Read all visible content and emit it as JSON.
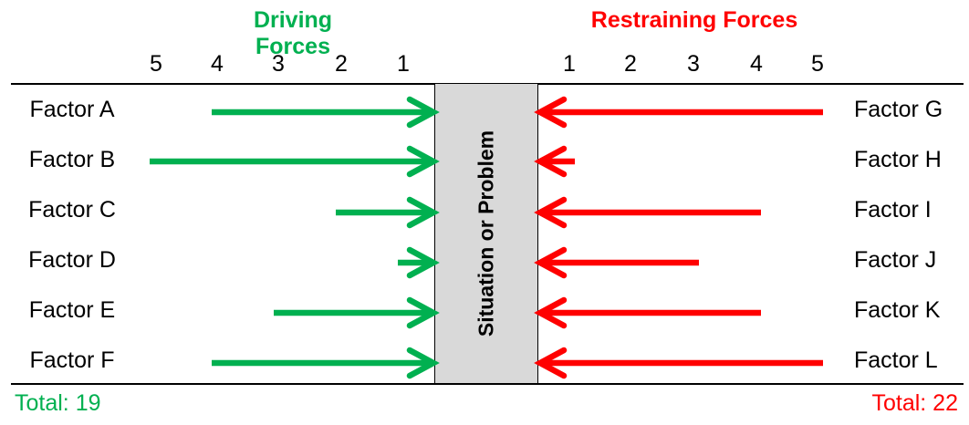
{
  "colors": {
    "driving": "#00b050",
    "restraining": "#ff0000",
    "center": "#d9d9d9"
  },
  "headings": {
    "driving": "Driving Forces",
    "restraining": "Restraining Forces"
  },
  "center_label": "Situation or Problem",
  "ticks": {
    "driving": [
      "5",
      "4",
      "3",
      "2",
      "1"
    ],
    "restraining": [
      "1",
      "2",
      "3",
      "4",
      "5"
    ]
  },
  "totals": {
    "driving": "Total: 19",
    "restraining": "Total: 22"
  },
  "chart_data": {
    "type": "force-field",
    "scale": [
      1,
      5
    ],
    "driving": [
      {
        "label": "Factor A",
        "value": 4
      },
      {
        "label": "Factor B",
        "value": 5
      },
      {
        "label": "Factor C",
        "value": 2
      },
      {
        "label": "Factor D",
        "value": 1
      },
      {
        "label": "Factor E",
        "value": 3
      },
      {
        "label": "Factor F",
        "value": 4
      }
    ],
    "restraining": [
      {
        "label": "Factor G",
        "value": 5
      },
      {
        "label": "Factor H",
        "value": 1
      },
      {
        "label": "Factor I",
        "value": 4
      },
      {
        "label": "Factor J",
        "value": 3
      },
      {
        "label": "Factor K",
        "value": 4
      },
      {
        "label": "Factor L",
        "value": 5
      }
    ],
    "driving_total": 19,
    "restraining_total": 22
  }
}
